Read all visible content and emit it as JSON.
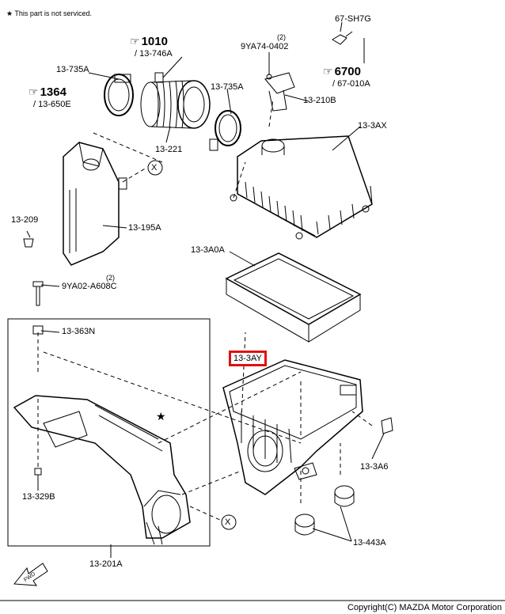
{
  "note": {
    "star": "★",
    "text": "This part is not serviced."
  },
  "refs": [
    {
      "id": "ref-1010",
      "big": "1010",
      "sub": "/ 13-746A"
    },
    {
      "id": "ref-1364",
      "big": "1364",
      "sub": "/ 13-650E"
    },
    {
      "id": "ref-6700",
      "big": "6700",
      "sub": "/ 67-010A"
    }
  ],
  "labels": {
    "p67sh7g": "67-SH7G",
    "qty_2a": "(2)",
    "p9ya74": "9YA74-0402",
    "p13735a_l": "13-735A",
    "p13735a_r": "13-735A",
    "p13210b": "13-210B",
    "p13221": "13-221",
    "p133ax": "13-3AX",
    "p13209": "13-209",
    "p13195a": "13-195A",
    "p133a0a": "13-3A0A",
    "qty_2b": "(2)",
    "p9ya02": "9YA02-A608C",
    "p13363n": "13-363N",
    "p133ay": "13-3AY",
    "p13329b": "13-329B",
    "p133a6": "13-3A6",
    "p13443a": "13-443A",
    "p13201a": "13-201A",
    "x_mark": "X",
    "star": "★",
    "fwd": "FWD"
  },
  "copyright": "Copyright(C) MAZDA Motor Corporation",
  "colors": {
    "highlight": "#e01010",
    "line": "#000000"
  }
}
